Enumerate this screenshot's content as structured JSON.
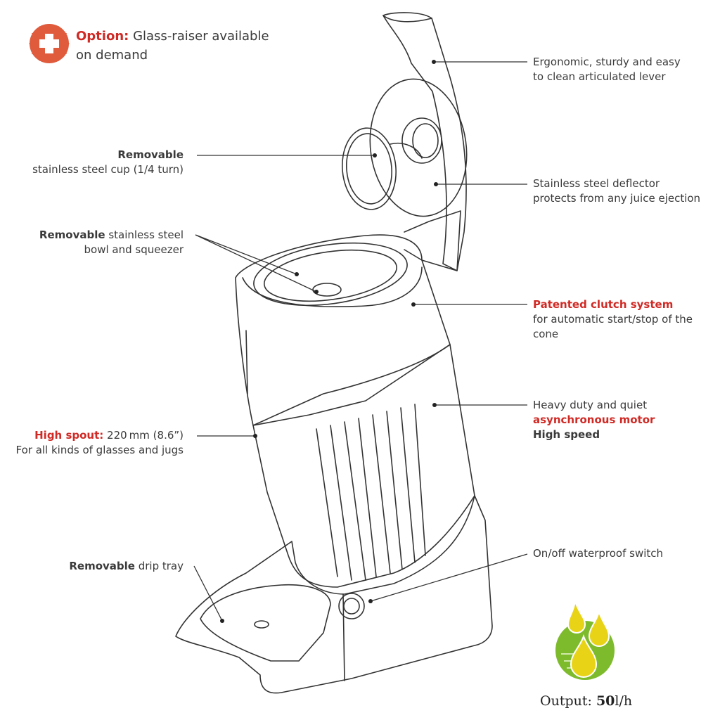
{
  "option": {
    "title": "Option:",
    "text_line1": "Glass-raiser available",
    "text_line2": "on demand",
    "badge_color": "#e05a3c",
    "icon": "plus-badge-icon"
  },
  "labels": {
    "lever": {
      "line1": "Ergonomic, sturdy and easy",
      "line2": "to clean articulated lever"
    },
    "cup": {
      "bold": "Removable",
      "line2": "stainless steel cup (1/4 turn)"
    },
    "deflector": {
      "line1": "Stainless steel deflector",
      "line2": "protects from any juice ejection"
    },
    "bowl": {
      "bold": "Removable",
      "line1_rest": " stainless steel",
      "line2": "bowl and squeezer"
    },
    "clutch": {
      "red": "Patented clutch system",
      "line2": "for automatic start/stop of the cone"
    },
    "motor": {
      "line1": "Heavy duty and quiet",
      "red": "asynchronous motor",
      "bold": "High speed"
    },
    "spout": {
      "red": "High spout:",
      "value": " 220 mm (8.6”)",
      "line2": "For all kinds of glasses and jugs"
    },
    "switch": {
      "line1": "On/off waterproof switch"
    },
    "tray": {
      "bold": "Removable",
      "rest": " drip tray"
    }
  },
  "output": {
    "label": "Output:",
    "value": "50",
    "unit": "l/h",
    "icon": "juice-drops-icon",
    "icon_colors": {
      "green": "#7dbb2c",
      "yellow": "#e8d317"
    }
  },
  "colors": {
    "accent_red": "#d02a25",
    "line": "#333333"
  }
}
